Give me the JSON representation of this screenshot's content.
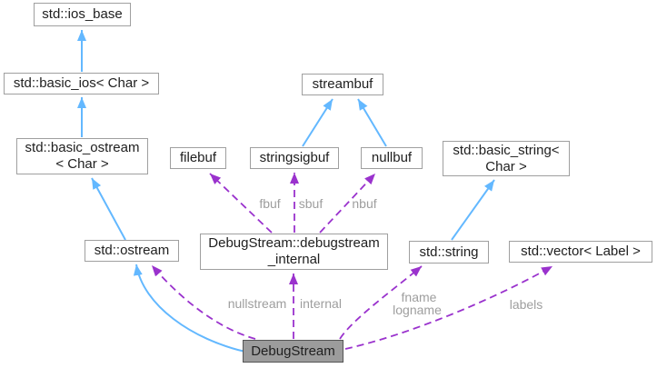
{
  "diagram_type": "class collaboration graph",
  "colors": {
    "background": "#ffffff",
    "inheritance_edge": "#63b8ff",
    "usage_edge": "#9a32cd",
    "edge_label_text": "#9e9e9e",
    "node_fill": "#ffffff",
    "node_border": "#9f9f9f",
    "node_text": "#202020",
    "current_node_fill": "#9c9c9c",
    "current_node_border": "#555555"
  },
  "nodes": {
    "ios_base": {
      "label": "std::ios_base"
    },
    "basic_ios": {
      "label": "std::basic_ios< Char >"
    },
    "basic_ostream": {
      "line1": "std::basic_ostream",
      "line2": "< Char >"
    },
    "streambuf": {
      "label": "streambuf"
    },
    "filebuf": {
      "label": "filebuf"
    },
    "stringsigbuf": {
      "label": "stringsigbuf"
    },
    "nullbuf": {
      "label": "nullbuf"
    },
    "basic_string": {
      "line1": "std::basic_string<",
      "line2": "Char >"
    },
    "ostream": {
      "label": "std::ostream"
    },
    "debugstream_internal": {
      "line1": "DebugStream::debugstream",
      "line2": "_internal"
    },
    "string": {
      "label": "std::string"
    },
    "vector_label": {
      "label": "std::vector< Label >"
    },
    "debugstream": {
      "label": "DebugStream"
    }
  },
  "edge_labels": {
    "fbuf": "fbuf",
    "sbuf": "sbuf",
    "nbuf": "nbuf",
    "nullstream": "nullstream",
    "internal": "internal",
    "fname": "fname",
    "logname": "logname",
    "labels": "labels"
  },
  "relationships": [
    {
      "child": "std::basic_ios< Char >",
      "parent": "std::ios_base",
      "kind": "inheritance"
    },
    {
      "child": "std::basic_ostream< Char >",
      "parent": "std::basic_ios< Char >",
      "kind": "inheritance"
    },
    {
      "child": "std::ostream",
      "parent": "std::basic_ostream< Char >",
      "kind": "inheritance"
    },
    {
      "child": "stringsigbuf",
      "parent": "streambuf",
      "kind": "inheritance"
    },
    {
      "child": "nullbuf",
      "parent": "streambuf",
      "kind": "inheritance"
    },
    {
      "child": "std::string",
      "parent": "std::basic_string< Char >",
      "kind": "inheritance"
    },
    {
      "child": "DebugStream",
      "parent": "std::ostream",
      "kind": "inheritance"
    },
    {
      "from": "DebugStream::debugstream_internal",
      "to": "filebuf",
      "kind": "usage",
      "label": "fbuf"
    },
    {
      "from": "DebugStream::debugstream_internal",
      "to": "stringsigbuf",
      "kind": "usage",
      "label": "sbuf"
    },
    {
      "from": "DebugStream::debugstream_internal",
      "to": "nullbuf",
      "kind": "usage",
      "label": "nbuf"
    },
    {
      "from": "DebugStream",
      "to": "std::ostream",
      "kind": "usage",
      "label": "nullstream"
    },
    {
      "from": "DebugStream",
      "to": "DebugStream::debugstream_internal",
      "kind": "usage",
      "label": "internal"
    },
    {
      "from": "DebugStream",
      "to": "std::string",
      "kind": "usage",
      "label": "fname logname"
    },
    {
      "from": "DebugStream",
      "to": "std::vector< Label >",
      "kind": "usage",
      "label": "labels"
    }
  ]
}
